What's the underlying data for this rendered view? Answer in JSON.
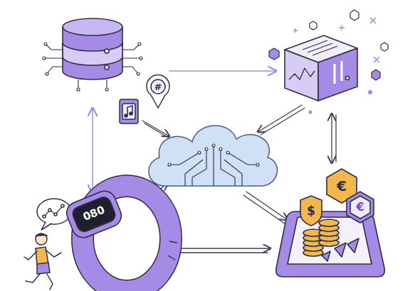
{
  "diagram": {
    "labels": [
      "080",
      "#",
      "$",
      "€",
      "€"
    ]
  }
}
